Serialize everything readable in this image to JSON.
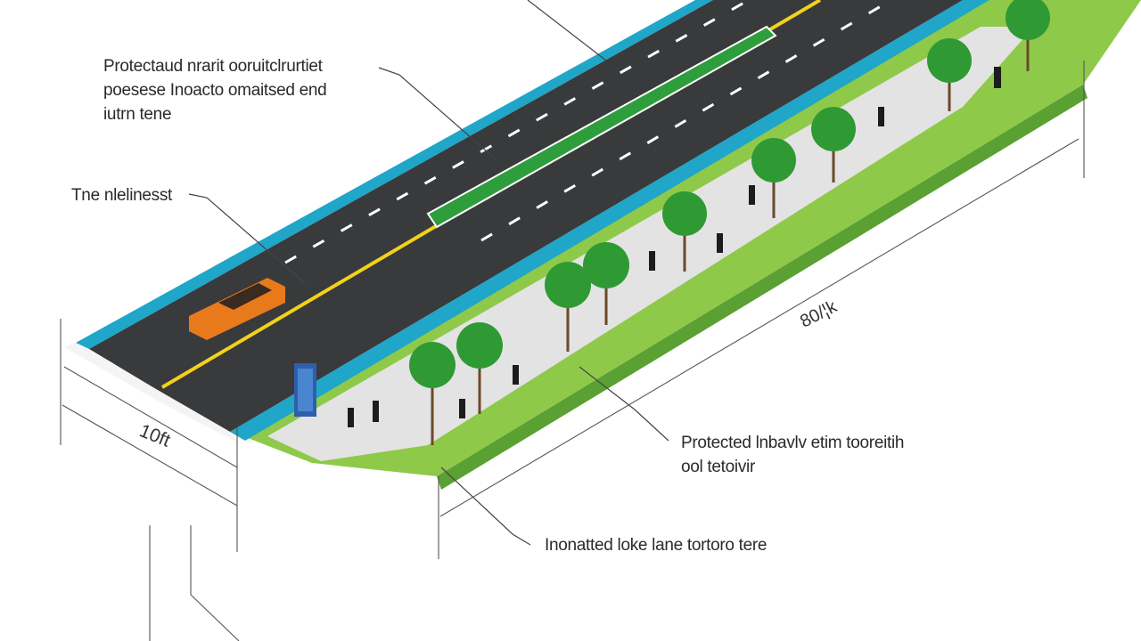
{
  "labels": {
    "top": [
      "Protectaud nrarit ooruitclrurtiet",
      "poesese Inoacto omaitsed end",
      "iutrn tene"
    ],
    "left": "Tne nlelinesst",
    "right": [
      "Protected lnbavlv etim tooreitih",
      "ool tetoivir"
    ],
    "bottom": "Inonatted loke lane tortoro tere"
  },
  "dimensions": {
    "width": "10ft",
    "length": "80/¦k"
  },
  "signage": "transit-sign-icon",
  "colors": {
    "asphalt": "#383a3c",
    "bike_lane_edge": "#1fa6c9",
    "grass": "#8fc94a",
    "sidewalk": "#e3e3e3",
    "centerline": "#f2d21a",
    "median_planting": "#2e9d3c",
    "car": "#e87a1c",
    "tree": "#2f9a34",
    "leader_line": "#444444"
  }
}
